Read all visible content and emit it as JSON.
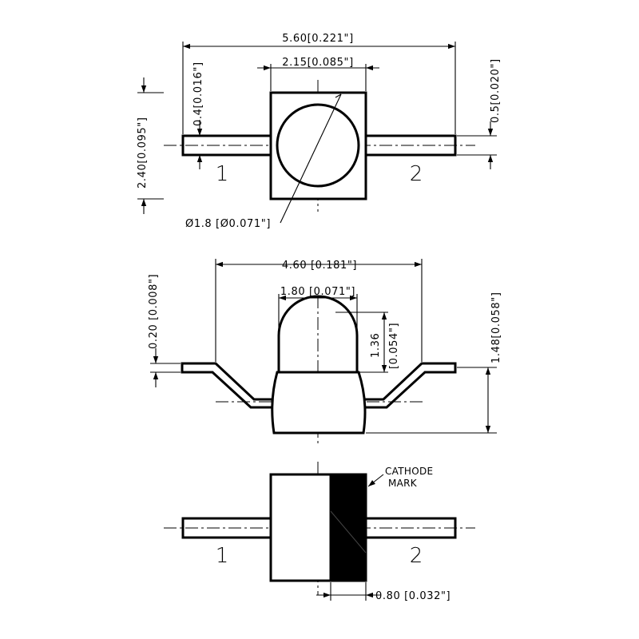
{
  "top_view": {
    "overall_width": "5.60[0.221\"]",
    "body_width": "2.15[0.085\"]",
    "lead_width": "0.4[0.016\"]",
    "lead_pitch": "0.5[0.020\"]",
    "body_height": "2.40[0.095\"]",
    "lens_diameter": "Ø1.8 [Ø0.071\"]",
    "pin_1": "1",
    "pin_2": "2"
  },
  "side_view": {
    "lead_span": "4.60 [0.181\"]",
    "dome_width": "1.80 [0.071\"]",
    "dome_height_mm": "1.36",
    "dome_height_in": "[0.054\"]",
    "lead_thickness": "0.20 [0.008\"]",
    "total_height": "1.48[0.058\"]"
  },
  "bottom_view": {
    "cathode_label_line1": "CATHODE",
    "cathode_label_line2": "MARK",
    "mark_width": "0.80 [0.032\"]",
    "pin_1": "1",
    "pin_2": "2"
  }
}
